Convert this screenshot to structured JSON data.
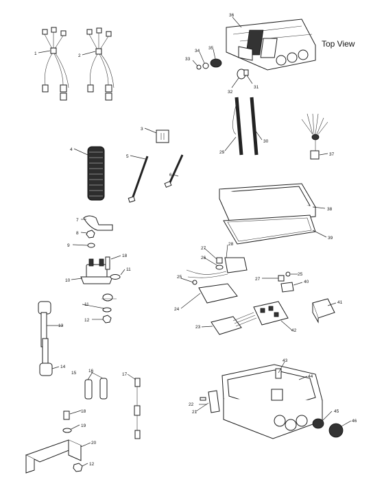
{
  "diagram": {
    "view_label": "Top View",
    "callouts": [
      "1",
      "2",
      "3",
      "4",
      "5",
      "6",
      "7",
      "8",
      "9",
      "10",
      "11",
      "11",
      "12",
      "12",
      "13",
      "14",
      "15",
      "16",
      "17",
      "18",
      "18",
      "19",
      "20",
      "21",
      "22",
      "23",
      "24",
      "25",
      "25",
      "26",
      "27",
      "27",
      "28",
      "29",
      "30",
      "31",
      "32",
      "33",
      "34",
      "35",
      "36",
      "37",
      "38",
      "39",
      "40",
      "41",
      "42",
      "43",
      "44",
      "45",
      "46"
    ]
  }
}
